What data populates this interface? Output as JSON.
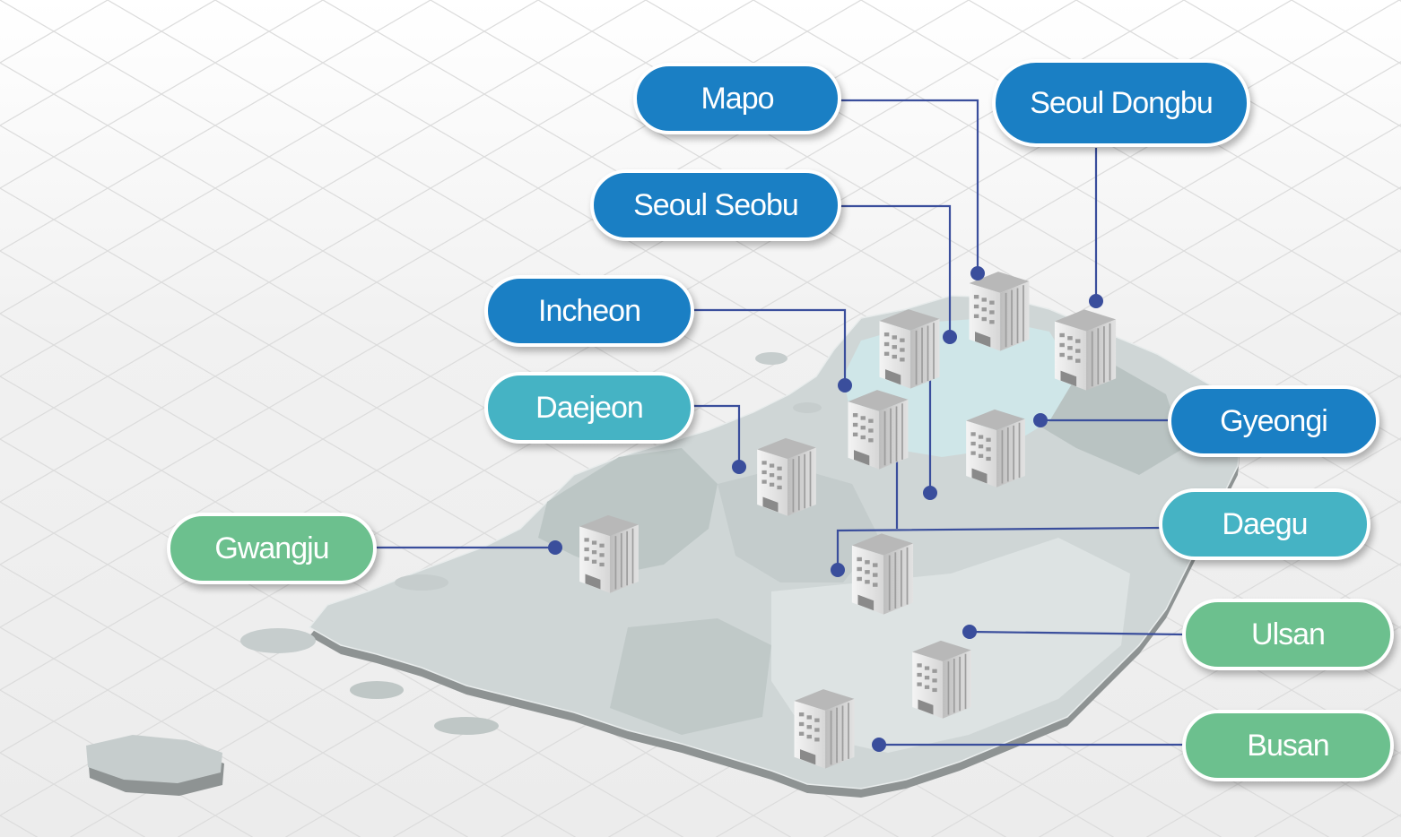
{
  "colors": {
    "blue": "#1a7fc4",
    "teal": "#45b3c4",
    "green": "#6cc08e",
    "connector": "#3a4e9c",
    "land": "#cfd6d6",
    "capital_region": "#cfe6e8"
  },
  "building_icon": "office-building-icon",
  "offices": [
    {
      "id": "mapo",
      "label": "Mapo",
      "color": "blue"
    },
    {
      "id": "seoul-dongbu",
      "label": "Seoul Dongbu",
      "color": "blue"
    },
    {
      "id": "seoul-seobu",
      "label": "Seoul Seobu",
      "color": "blue"
    },
    {
      "id": "incheon",
      "label": "Incheon",
      "color": "blue"
    },
    {
      "id": "daejeon",
      "label": "Daejeon",
      "color": "teal"
    },
    {
      "id": "gyeongi",
      "label": "Gyeongi",
      "color": "blue"
    },
    {
      "id": "daegu",
      "label": "Daegu",
      "color": "teal"
    },
    {
      "id": "gwangju",
      "label": "Gwangju",
      "color": "green"
    },
    {
      "id": "ulsan",
      "label": "Ulsan",
      "color": "green"
    },
    {
      "id": "busan",
      "label": "Busan",
      "color": "green"
    }
  ]
}
